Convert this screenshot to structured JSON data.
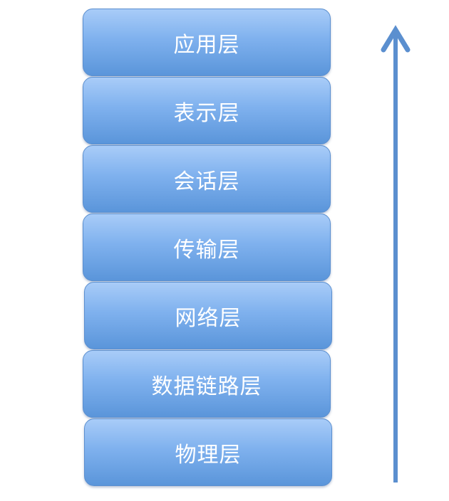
{
  "diagram": {
    "layers": [
      {
        "label": "应用层"
      },
      {
        "label": "表示层"
      },
      {
        "label": "会话层"
      },
      {
        "label": "传输层"
      },
      {
        "label": "网络层"
      },
      {
        "label": "数据链路层"
      },
      {
        "label": "物理层"
      }
    ],
    "colors": {
      "layer_top": "#a9ccf8",
      "layer_bottom": "#5a95da",
      "arrow": "#5b8fcf",
      "text": "#ffffff"
    },
    "arrow_direction": "up"
  }
}
